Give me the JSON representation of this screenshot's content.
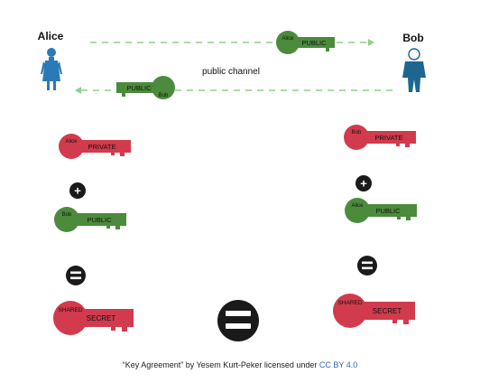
{
  "diagram": {
    "alice_label": "Alice",
    "bob_label": "Bob",
    "channel_label": "public channel",
    "colors": {
      "alice_figure": "#2b7ab8",
      "bob_figure": "#1f6591",
      "arrow": "#8ed08a",
      "public_key": "#4b8b3b",
      "private_key": "#d23a4d",
      "secret_key": "#d23a4d",
      "operator": "#1a1a1a"
    },
    "channel_keys": {
      "to_bob": {
        "owner": "Alice",
        "type": "PUBLIC"
      },
      "to_alice": {
        "owner": "Bob",
        "type": "PUBLIC"
      }
    },
    "alice_side": {
      "private_key": {
        "owner": "Alice",
        "type": "PRIVATE"
      },
      "plus": "+",
      "public_key": {
        "owner": "Bob",
        "type": "PUBLIC"
      },
      "equals": "=",
      "secret_key": {
        "owner": "SHARED",
        "type": "SECRET"
      }
    },
    "bob_side": {
      "private_key": {
        "owner": "Bob",
        "type": "PRIVATE"
      },
      "plus": "+",
      "public_key": {
        "owner": "Alice",
        "type": "PUBLIC"
      },
      "equals": "=",
      "secret_key": {
        "owner": "SHARED",
        "type": "SECRET"
      }
    },
    "center_equals": "="
  },
  "caption": {
    "text": "“Key Agreement” by Yesem Kurt-Peker licensed under ",
    "license": "CC BY 4.0"
  }
}
